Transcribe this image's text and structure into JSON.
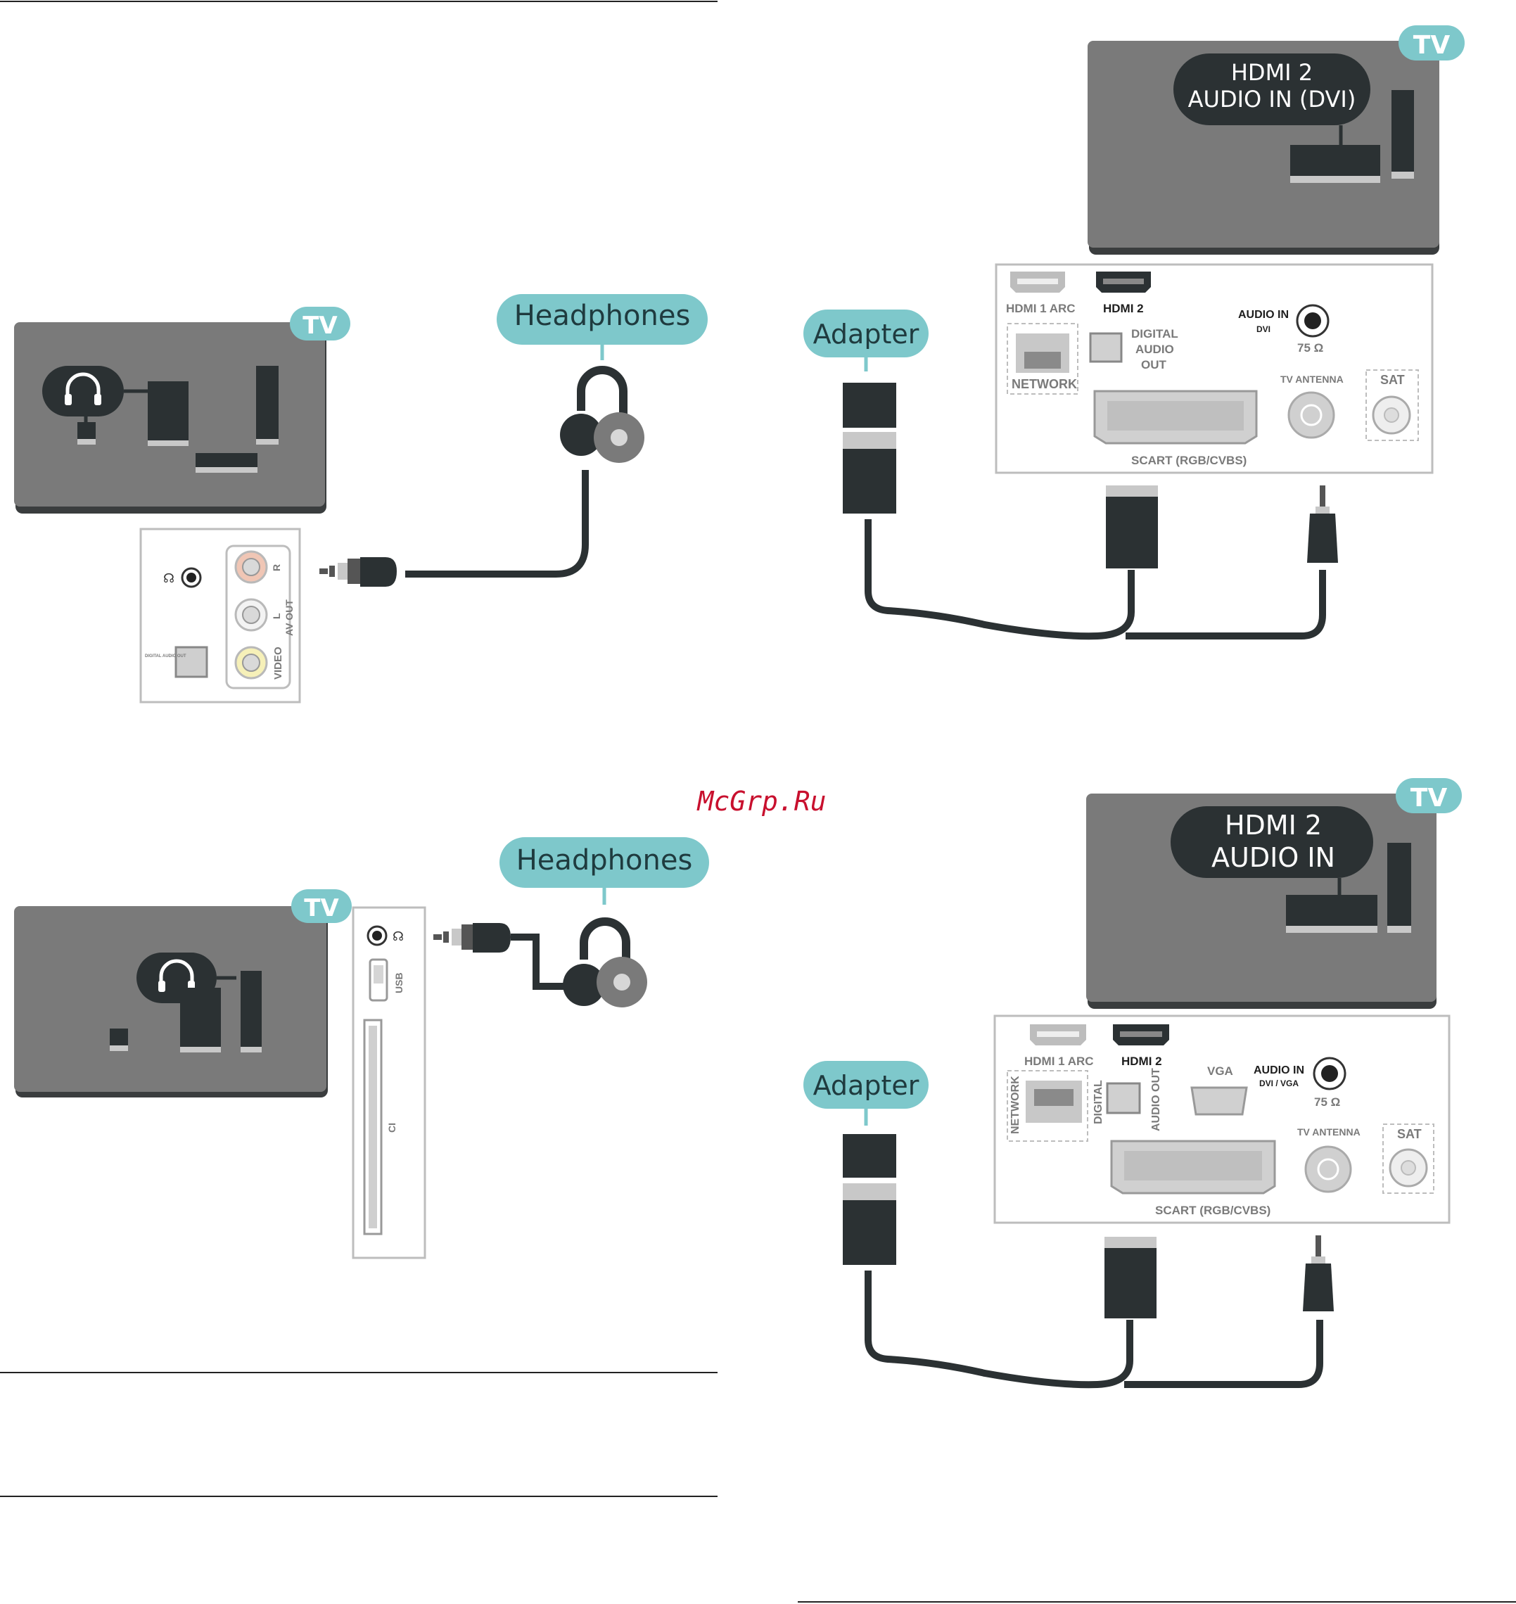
{
  "watermark": "McGrp.Ru",
  "colors": {
    "tv_body": "#7a7a7a",
    "tv_shadow": "#3a3d3e",
    "teal": "#7ec8cb",
    "dark": "#2b3133",
    "port_grey": "#c8c8c8"
  },
  "diagram_top_left": {
    "tv_badge": "TV",
    "device_label": "Headphones",
    "headphone_icon": "headphones-icon",
    "panel_labels": {
      "r": "R",
      "l": "L",
      "av_out": "AV OUT",
      "video": "VIDEO",
      "digital_audio_out": "DIGITAL AUDIO OUT"
    }
  },
  "diagram_bottom_left": {
    "tv_badge": "TV",
    "device_label": "Headphones",
    "headphone_icon": "headphones-icon",
    "panel_labels": {
      "usb": "USB",
      "ci": "CI"
    }
  },
  "diagram_top_right": {
    "tv_badge": "TV",
    "callout_line1": "HDMI 2",
    "callout_line2": "AUDIO IN (DVI)",
    "adapter_label": "Adapter",
    "panel_labels": {
      "hdmi1": "HDMI 1 ARC",
      "hdmi2": "HDMI 2",
      "digital": "DIGITAL",
      "audio": "AUDIO",
      "out": "OUT",
      "network": "NETWORK",
      "audio_in": "AUDIO IN",
      "dvi": "DVI",
      "ohm": "75 Ω",
      "tv_antenna": "TV ANTENNA",
      "sat": "SAT",
      "scart": "SCART (RGB/CVBS)"
    }
  },
  "diagram_bottom_right": {
    "tv_badge": "TV",
    "callout_line1": "HDMI 2",
    "callout_line2": "AUDIO IN",
    "adapter_label": "Adapter",
    "panel_labels": {
      "hdmi1": "HDMI 1 ARC",
      "hdmi2": "HDMI 2",
      "vga": "VGA",
      "audio_in": "AUDIO IN",
      "dvi_vga": "DVI / VGA",
      "ohm": "75 Ω",
      "tv_antenna": "TV ANTENNA",
      "network": "NETWORK",
      "digital": "DIGITAL",
      "audio_out": "AUDIO OUT",
      "sat": "SAT",
      "scart": "SCART (RGB/CVBS)"
    }
  }
}
